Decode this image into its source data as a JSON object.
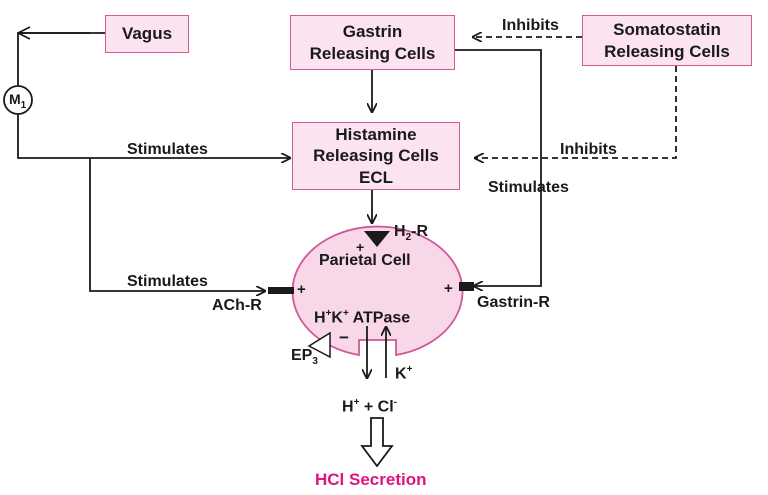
{
  "boxes": {
    "vagus": "Vagus",
    "gastrin": [
      "Gastrin",
      "Releasing Cells"
    ],
    "somatostatin": [
      "Somatostatin",
      "Releasing Cells"
    ],
    "histamine": [
      "Histamine",
      "Releasing Cells",
      "ECL"
    ]
  },
  "labels": {
    "m1": {
      "base": "M",
      "sub": "1"
    },
    "inhibits_top": "Inhibits",
    "inhibits_right": "Inhibits",
    "stimulates_histamine": "Stimulates",
    "stimulates_gastrin": "Stimulates",
    "stimulates_ach": "Stimulates",
    "parietal_cell": "Parietal Cell",
    "h2r": {
      "base": "H",
      "sub": "2",
      "rest": "-R"
    },
    "achr": "ACh-R",
    "gastrinr": "Gastrin-R",
    "atpase": {
      "h": "H",
      "sup1": "+",
      "k": "K",
      "sup2": "+",
      "rest": " ATPase"
    },
    "ep3": {
      "base": "EP",
      "sub": "3"
    },
    "minus": "−",
    "plus": "+",
    "kplus": {
      "base": "K",
      "sup": "+"
    },
    "hcl_ions": {
      "h": "H",
      "hsup": "+",
      "mid": " + Cl",
      "clsup": "-"
    },
    "secretion": "HCl Secretion"
  },
  "colors": {
    "box_fill": "#fbe3ef",
    "box_border": "#d25a96",
    "cell_fill": "#f8d7e8",
    "cell_border": "#d0579a",
    "arrow": "#1a1a1a",
    "secretion_text": "#e0147f"
  }
}
